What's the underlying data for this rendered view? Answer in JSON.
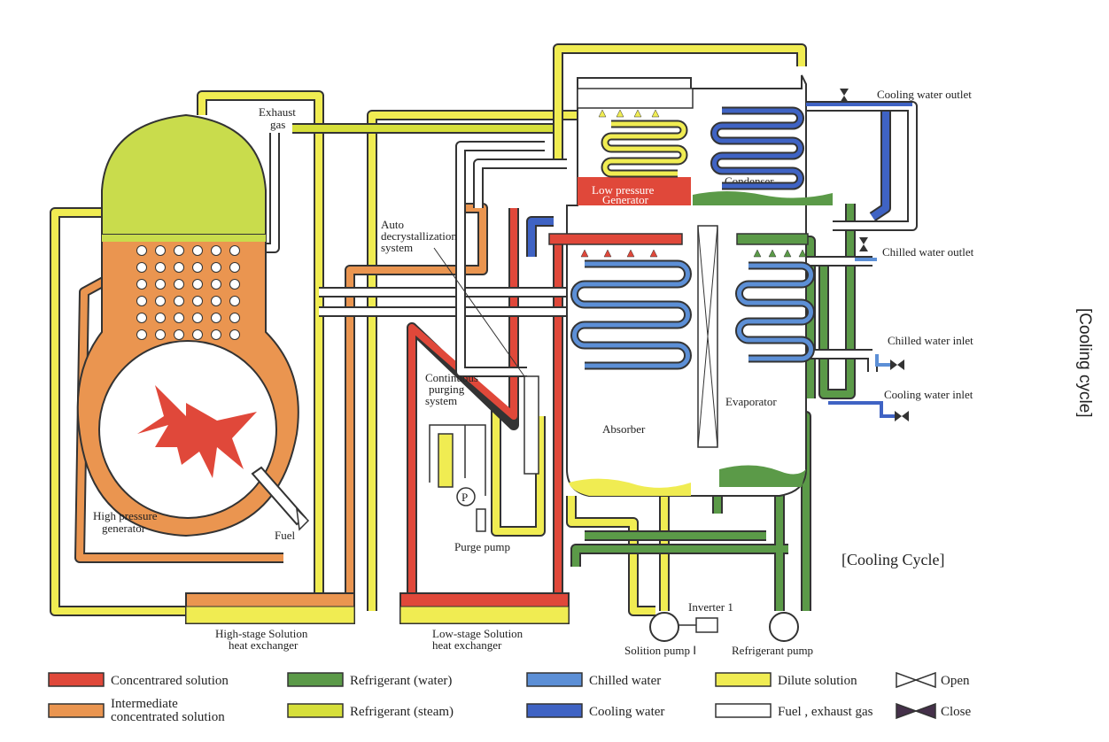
{
  "colors": {
    "concentrated": "#e0483a",
    "intermediate": "#ea9550",
    "refrigerant_water": "#5b9a48",
    "refrigerant_steam": "#d6df3a",
    "chilled_water": "#5c8fd6",
    "cooling_water": "#3f63c4",
    "dilute": "#f0ec52",
    "exhaust": "#ffffff",
    "dome": "#c9dc4c",
    "outline": "#333333"
  },
  "diagram": {
    "side_title": "[Cooling cycle]",
    "cycle_title": "[Cooling Cycle]",
    "labels": {
      "exhaust_gas": [
        "Exhaust",
        "gas"
      ],
      "high_pressure_generator": [
        "High pressure",
        "generator"
      ],
      "fuel": "Fuel",
      "high_stage_hx": [
        "High-stage Solution",
        "heat exchanger"
      ],
      "low_stage_hx": [
        "Low-stage Solution",
        "heat exchanger"
      ],
      "auto_decrystallization": [
        "Auto",
        "decrystallization",
        "system"
      ],
      "continuous_purging": [
        "Continuous",
        "purging",
        "system"
      ],
      "purge_pump": "Purge pump",
      "pump_symbol": "P",
      "low_pressure_generator": [
        "Low pressure",
        "Generator"
      ],
      "condenser": "Condenser",
      "absorber": "Absorber",
      "evaporator": "Evaporator",
      "cooling_water_outlet": "Cooling water outlet",
      "chilled_water_outlet": "Chilled water outlet",
      "chilled_water_inlet": "Chilled water inlet",
      "cooling_water_inlet": "Cooling water inlet",
      "inverter": "Inverter 1",
      "solution_pump": "Solition pump Ⅰ",
      "refrigerant_pump": "Refrigerant pump"
    }
  },
  "legend": [
    {
      "label": [
        "Concentrared solution"
      ],
      "color": "#e0483a"
    },
    {
      "label": [
        "Refrigerant (water)"
      ],
      "color": "#5b9a48"
    },
    {
      "label": [
        "Chilled water"
      ],
      "color": "#5c8fd6"
    },
    {
      "label": [
        "Dilute solution"
      ],
      "color": "#f0ec52"
    },
    {
      "label": [
        "Open"
      ],
      "color": "open-valve"
    },
    {
      "label": [
        "Intermediate",
        "concentrated solution"
      ],
      "color": "#ea9550"
    },
    {
      "label": [
        "Refrigerant (steam)"
      ],
      "color": "#d6df3a"
    },
    {
      "label": [
        "Cooling water"
      ],
      "color": "#3f63c4"
    },
    {
      "label": [
        "Fuel , exhaust gas"
      ],
      "color": "#ffffff"
    },
    {
      "label": [
        "Close"
      ],
      "color": "close-valve"
    }
  ]
}
